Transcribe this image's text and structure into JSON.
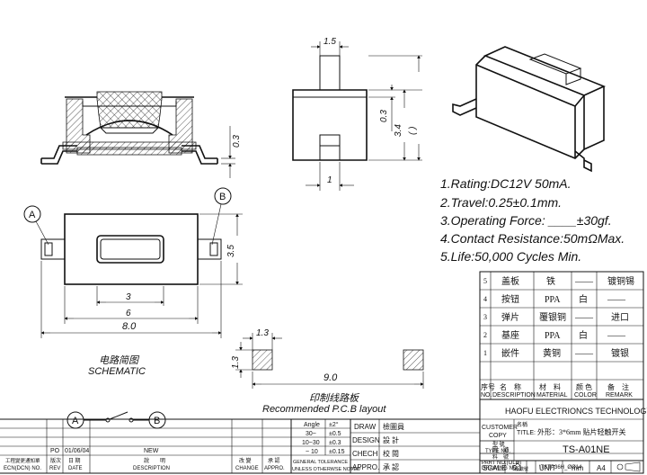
{
  "dimensions": {
    "side_0_3": "0.3",
    "top_1_5": "1.5",
    "right_0_3": "0.3",
    "right_3_4": "3.4",
    "right_paren": "(   )",
    "bottom_1": "1",
    "width_3_5": "3.5",
    "dim_3": "3",
    "dim_6": "6",
    "dim_8": "8.0",
    "pcb_1_3_top": "1.3",
    "pcb_1_3_side": "1.3",
    "pcb_9": "9.0"
  },
  "markers": {
    "a": "A",
    "b": "B"
  },
  "specs": [
    "1.Rating:DC12V 50mA.",
    "2.Travel:0.25±0.1mm.",
    "3.Operating Force: ____±30gf.",
    "4.Contact Resistance:50mΩMax.",
    "5.Life:50,000 Cycles Min."
  ],
  "schematic": {
    "title_cn": "电路简图",
    "title_en": "SCHEMATIC",
    "a": "A",
    "b": "B"
  },
  "pcb_layout": {
    "title_cn": "印制线路板",
    "title_en": "Recommended P.C.B layout"
  },
  "bom": {
    "rows": [
      {
        "no": "5",
        "desc": "盖板",
        "material": "铁",
        "color": "——",
        "remark": "镀铜锡"
      },
      {
        "no": "4",
        "desc": "按钮",
        "material": "PPA",
        "color": "白",
        "remark": "——"
      },
      {
        "no": "3",
        "desc": "弹片",
        "material": "覆银铜",
        "color": "——",
        "remark": "进口"
      },
      {
        "no": "2",
        "desc": "基座",
        "material": "PPA",
        "color": "白",
        "remark": "——"
      },
      {
        "no": "1",
        "desc": "嵌件",
        "material": "黄铜",
        "color": "——",
        "remark": "镀银"
      }
    ],
    "header": {
      "no_cn": "序号",
      "no_en": "NO.",
      "desc_cn": "名　称",
      "desc_en": "DESCRIPTION",
      "mat_cn": "材　料",
      "mat_en": "MATERIAL",
      "color_cn": "颜 色",
      "color_en": "COLOR",
      "remark_cn": "备　注",
      "remark_en": "REMARK"
    }
  },
  "title_block": {
    "company": "HAOFU ELECTRIONCS TECHNOLOGY CO.,LTD",
    "customer_copy_1": "CUSTOMER",
    "customer_copy_2": "COPY",
    "title_cn_label": "名稱",
    "title_label": "TITLE:",
    "title_value": "外形：3*6mm 贴片轻触开关",
    "type_cn": "型 號",
    "type_label": "TYPE NO.",
    "type_value": "TS-A01NE",
    "part_cn": "料　號",
    "part_label": "PART NO.(OLD)",
    "drawing_cn": "圖　號",
    "drawing_label": "DRAWING NO.",
    "drawing_a": "A",
    "drawing_a_cn": "版數號",
    "drawing_value": "\\TSTP36H_ØØ14",
    "draw": "DRAW",
    "draw_cn": "檢圖員",
    "design": "DESIGN",
    "design_cn": "設 計",
    "check": "CHECH",
    "check_cn": "校 閱",
    "appro": "APPRO.",
    "appro_cn": "承 認",
    "scale_label": "SCALE",
    "scale_value": "5:1",
    "unit_label": "UNIT",
    "unit_value": "mm",
    "sheet": "A4"
  },
  "tolerance": {
    "angle": "Angle",
    "angle_val": "±2°",
    "r1": "30~",
    "r1_val": "±0.5",
    "r2": "10~30",
    "r2_val": "±0.3",
    "r3": "~ 10",
    "r3_val": "±0.15",
    "label_1": "GENERAL TOLERANCE",
    "label_2": "UNLESS OTHERWSE NOTED"
  },
  "revision": {
    "po": "PO",
    "date": "01/06/04",
    "desc": "NEW",
    "col1_cn": "工程變更通知單",
    "col1_en": "ECN(DCN) NO.",
    "col2_cn": "版次",
    "col2_en": "REV",
    "col3_cn": "日 期",
    "col3_en": "DATE",
    "col4_cn": "說　　明",
    "col4_en": "DESCRIPTION",
    "col5_cn": "改 變",
    "col5_en": "CHANGE",
    "col6_cn": "承 認",
    "col6_en": "APPRO."
  }
}
